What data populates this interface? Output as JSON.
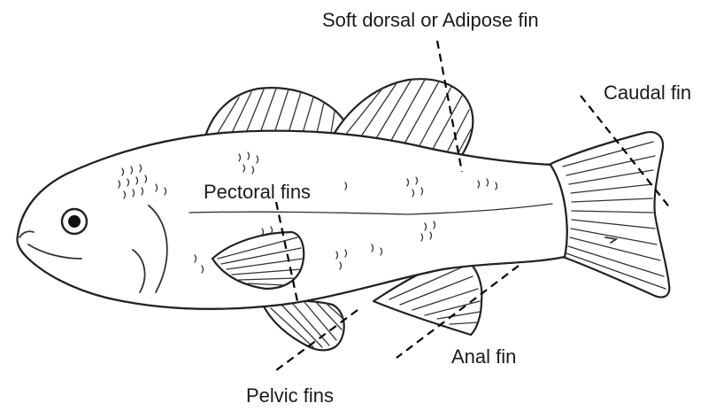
{
  "labels": {
    "soft_dorsal": "Soft dorsal or Adipose fin",
    "caudal": "Caudal fin",
    "pectoral": "Pectoral fins",
    "anal": "Anal fin",
    "pelvic": "Pelvic fins"
  },
  "colors": {
    "line": "#222222",
    "background": "#ffffff",
    "text": "#1a1a1a"
  }
}
